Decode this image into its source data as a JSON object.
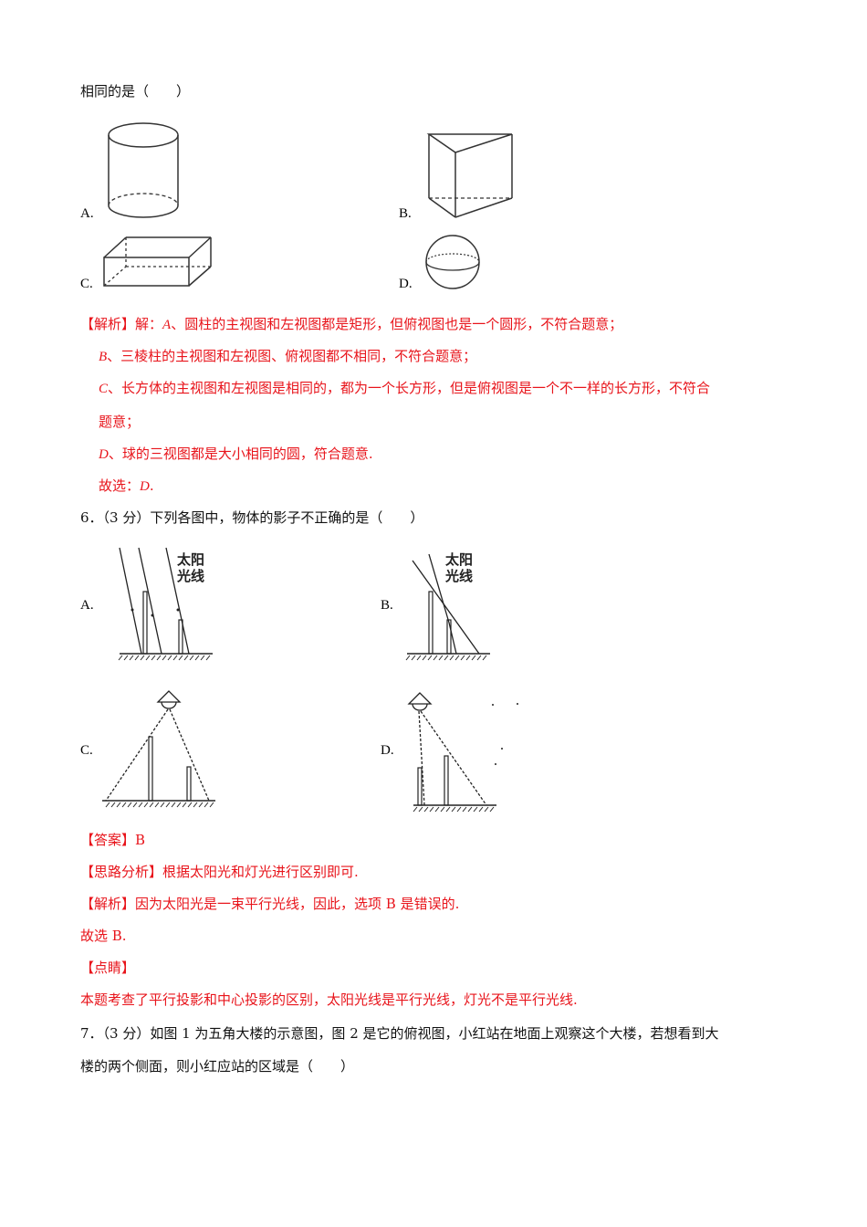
{
  "q5": {
    "stem_tail": "相同的是（　　）",
    "options": [
      {
        "label": "A.",
        "shape": "cylinder"
      },
      {
        "label": "B.",
        "shape": "triangular-prism"
      },
      {
        "label": "C.",
        "shape": "cuboid"
      },
      {
        "label": "D.",
        "shape": "sphere"
      }
    ],
    "analysis": {
      "tag": "【解析】",
      "line1_prefix": "解：",
      "line1_letter": "A",
      "line1_text": "、圆柱的主视图和左视图都是矩形，但俯视图也是一个圆形，不符合题意；",
      "line2_letter": "B",
      "line2_text": "、三棱柱的主视图和左视图、俯视图都不相同，不符合题意；",
      "line3_letter": "C",
      "line3_text": "、长方体的主视图和左视图是相同的，都为一个长方形，但是俯视图是一个不一样的长方形，不符合",
      "line3_cont": "题意；",
      "line4_letter": "D",
      "line4_text": "、球的三视图都是大小相同的圆，符合题意.",
      "conclusion_prefix": "故选：",
      "conclusion_letter": "D",
      "conclusion_suffix": "."
    }
  },
  "q6": {
    "stem": "6．（3 分）下列各图中，物体的影子不正确的是（　　）",
    "options": [
      {
        "label": "A.",
        "caption_line1": "太阳",
        "caption_line2": "光线"
      },
      {
        "label": "B.",
        "caption_line1": "太阳",
        "caption_line2": "光线"
      },
      {
        "label": "C.",
        "caption_line1": "",
        "caption_line2": ""
      },
      {
        "label": "D.",
        "caption_line1": "",
        "caption_line2": ""
      }
    ],
    "answer": {
      "tag": "【答案】",
      "value": "B"
    },
    "thinking": {
      "tag": "【思路分析】",
      "text": "根据太阳光和灯光进行区别即可."
    },
    "analysis": {
      "tag": "【解析】",
      "text": "因为太阳光是一束平行光线，因此，选项 B 是错误的."
    },
    "conclusion": "故选 B.",
    "comment": {
      "tag": "【点睛】",
      "text": "本题考查了平行投影和中心投影的区别，太阳光线是平行光线，灯光不是平行光线."
    }
  },
  "q7": {
    "stem_line1": "7．（3 分）如图 1 为五角大楼的示意图，图 2 是它的俯视图，小红站在地面上观察这个大楼，若想看到大",
    "stem_line2": "楼的两个侧面，则小红应站的区域是（　　）"
  },
  "colors": {
    "answer_red": "#e8141b",
    "text_black": "#111111"
  }
}
